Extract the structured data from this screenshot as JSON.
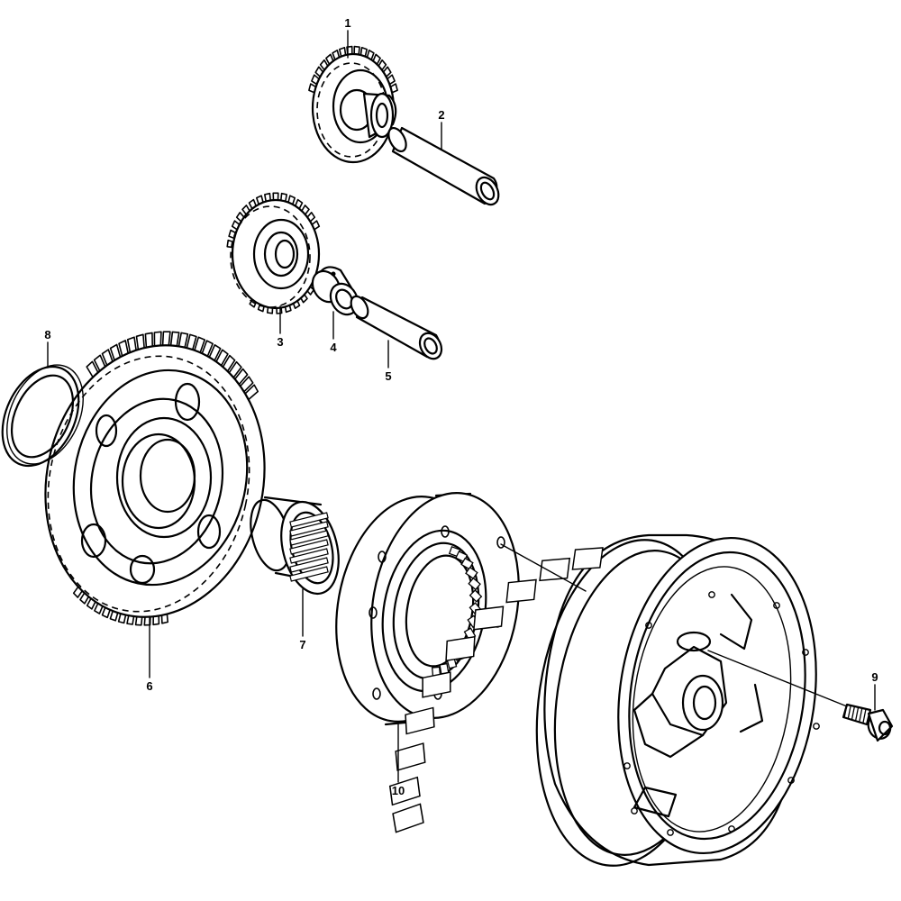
{
  "parts": [
    {
      "id": "part-1",
      "number": "1"
    },
    {
      "id": "part-2",
      "number": "2"
    },
    {
      "id": "part-3",
      "number": "3"
    },
    {
      "id": "part-4",
      "number": "4"
    },
    {
      "id": "part-5",
      "number": "5"
    },
    {
      "id": "part-6",
      "number": "6"
    },
    {
      "id": "part-7",
      "number": "7"
    },
    {
      "id": "part-8",
      "number": "8"
    },
    {
      "id": "part-9",
      "number": "9"
    },
    {
      "id": "part-10",
      "number": "10"
    }
  ]
}
